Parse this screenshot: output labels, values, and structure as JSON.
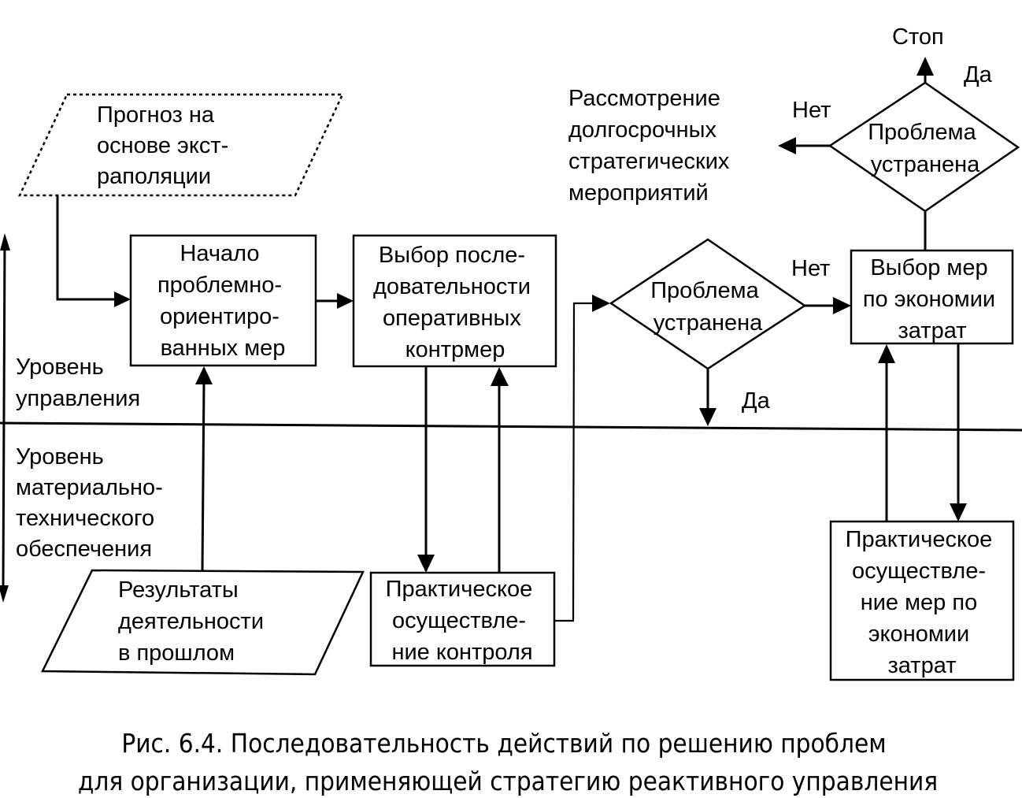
{
  "diagram": {
    "nodes": {
      "forecast": {
        "lines": [
          "Прогноз на",
          "основе экст-",
          "раполяции"
        ],
        "shape": "parallelogram-dashed"
      },
      "start_measures": {
        "lines": [
          "Начало",
          "проблемно-",
          "ориентиро-",
          "ванных мер"
        ],
        "shape": "rectangle"
      },
      "choose_sequence": {
        "lines": [
          "Выбор после-",
          "довательности",
          "оперативных",
          "контрмер"
        ],
        "shape": "rectangle"
      },
      "decision_1": {
        "lines": [
          "Проблема",
          "устранена"
        ],
        "shape": "diamond"
      },
      "choose_savings": {
        "lines": [
          "Выбор мер",
          "по экономии",
          "затрат"
        ],
        "shape": "rectangle"
      },
      "decision_2": {
        "lines": [
          "Проблема",
          "устранена"
        ],
        "shape": "diamond"
      },
      "stop": {
        "lines": [
          "Стоп"
        ],
        "shape": "terminal-text"
      },
      "long_term": {
        "lines": [
          "Рассмотрение",
          "долгосрочных",
          "стратегических",
          "мероприятий"
        ],
        "shape": "text"
      },
      "past_results": {
        "lines": [
          "Результаты",
          "деятельности",
          "в прошлом"
        ],
        "shape": "parallelogram"
      },
      "control_impl": {
        "lines": [
          "Практическое",
          "осуществле-",
          "ние контроля"
        ],
        "shape": "rectangle"
      },
      "savings_impl": {
        "lines": [
          "Практическое",
          "осуществле-",
          "ние мер по",
          "экономии",
          "затрат"
        ],
        "shape": "rectangle"
      }
    },
    "edge_labels": {
      "d1_no": "Нет",
      "d1_yes": "Да",
      "d2_no": "Нет",
      "d2_yes": "Да"
    },
    "levels": {
      "management": [
        "Уровень",
        "управления"
      ],
      "logistics": [
        "Уровень",
        "материально-",
        "технического",
        "обеспечения"
      ]
    },
    "caption": [
      "Рис. 6.4. Последовательность действий по решению проблем",
      "для организации, применяющей стратегию реактивного управления"
    ]
  }
}
